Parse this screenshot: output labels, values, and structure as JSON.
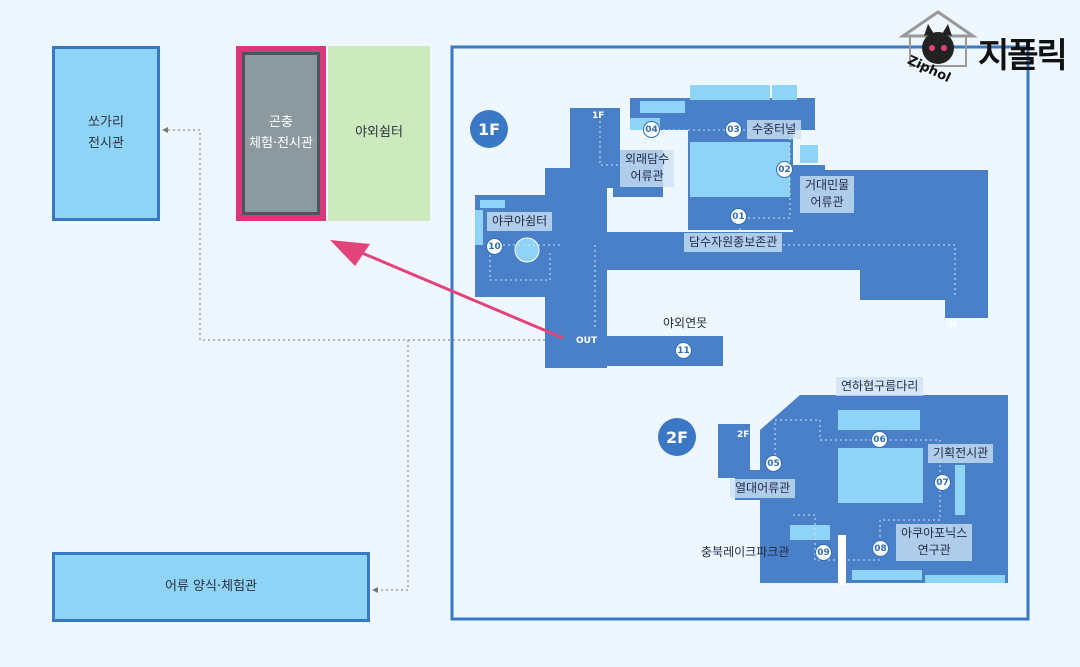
{
  "outside": {
    "sogari": "쏘가리\n전시관",
    "insect": "곤충\n체험·전시관",
    "shelter": "야외쉼터",
    "breeding": "어류 양식·체험관"
  },
  "floor1": {
    "badge": "1F",
    "stair": "1F",
    "in": "IN",
    "out": "OUT",
    "aqua_shelter": "야쿠아쉼터",
    "foreign": "외래담수\n어류관",
    "tunnel": "수중터널",
    "giant": "거대민물\n어류관",
    "conservation": "담수자원종보존관",
    "pond": "야외연못",
    "nums": [
      "01",
      "02",
      "03",
      "04",
      "10",
      "11"
    ]
  },
  "floor2": {
    "badge": "2F",
    "stair": "2F",
    "bridge": "연하협구름다리",
    "planning": "기획전시관",
    "tropical": "열대어류관",
    "aquaponics": "아쿠아포닉스\n연구관",
    "lakepark": "충북레이크파크관",
    "nums": [
      "05",
      "06",
      "07",
      "08",
      "09"
    ]
  },
  "logo": {
    "text": "지폴릭",
    "sub": "Ziphol"
  },
  "colors": {
    "building": "#4a80c8",
    "building_light": "#8fd3f7",
    "outline": "#3a77c4",
    "insect_border": "#d9387a",
    "insect_fill": "#8c9aa0",
    "shelter_fill": "#cdeabe",
    "arrow": "#e2447a"
  }
}
